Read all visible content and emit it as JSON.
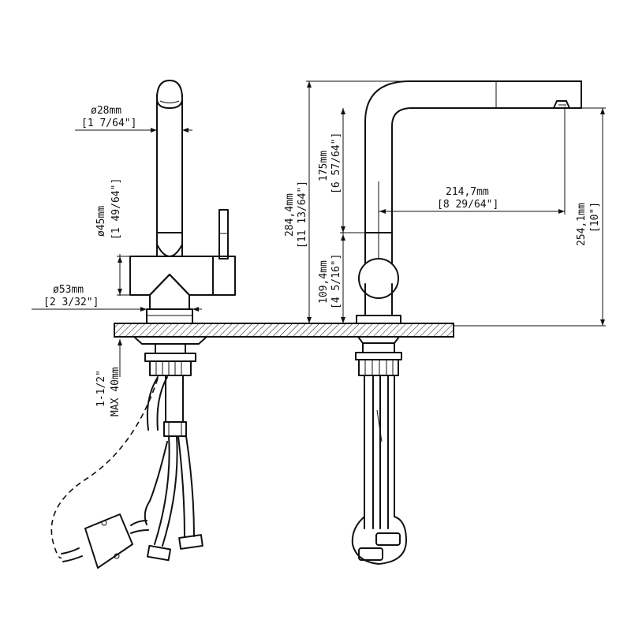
{
  "dimensions": {
    "d28_mm": "ø28mm",
    "d28_in": "[1 7/64\"]",
    "d45_mm": "ø45mm",
    "d45_in": "[1 49/64\"]",
    "d53_mm": "ø53mm",
    "d53_in": "[2 3/32\"]",
    "thread": "1-1/2\"",
    "max_thickness": "MAX 40mm",
    "h284_mm": "284,4mm",
    "h284_in": "[11 13/64\"]",
    "h175_mm": "175mm",
    "h175_in": "[6 57/64\"]",
    "h109_mm": "109,4mm",
    "h109_in": "[4 5/16\"]",
    "reach_mm": "214,7mm",
    "reach_in": "[8 29/64\"]",
    "h254_mm": "254,1mm",
    "h254_in": "[10\"]"
  },
  "colors": {
    "line": "#111111",
    "background": "#ffffff"
  }
}
